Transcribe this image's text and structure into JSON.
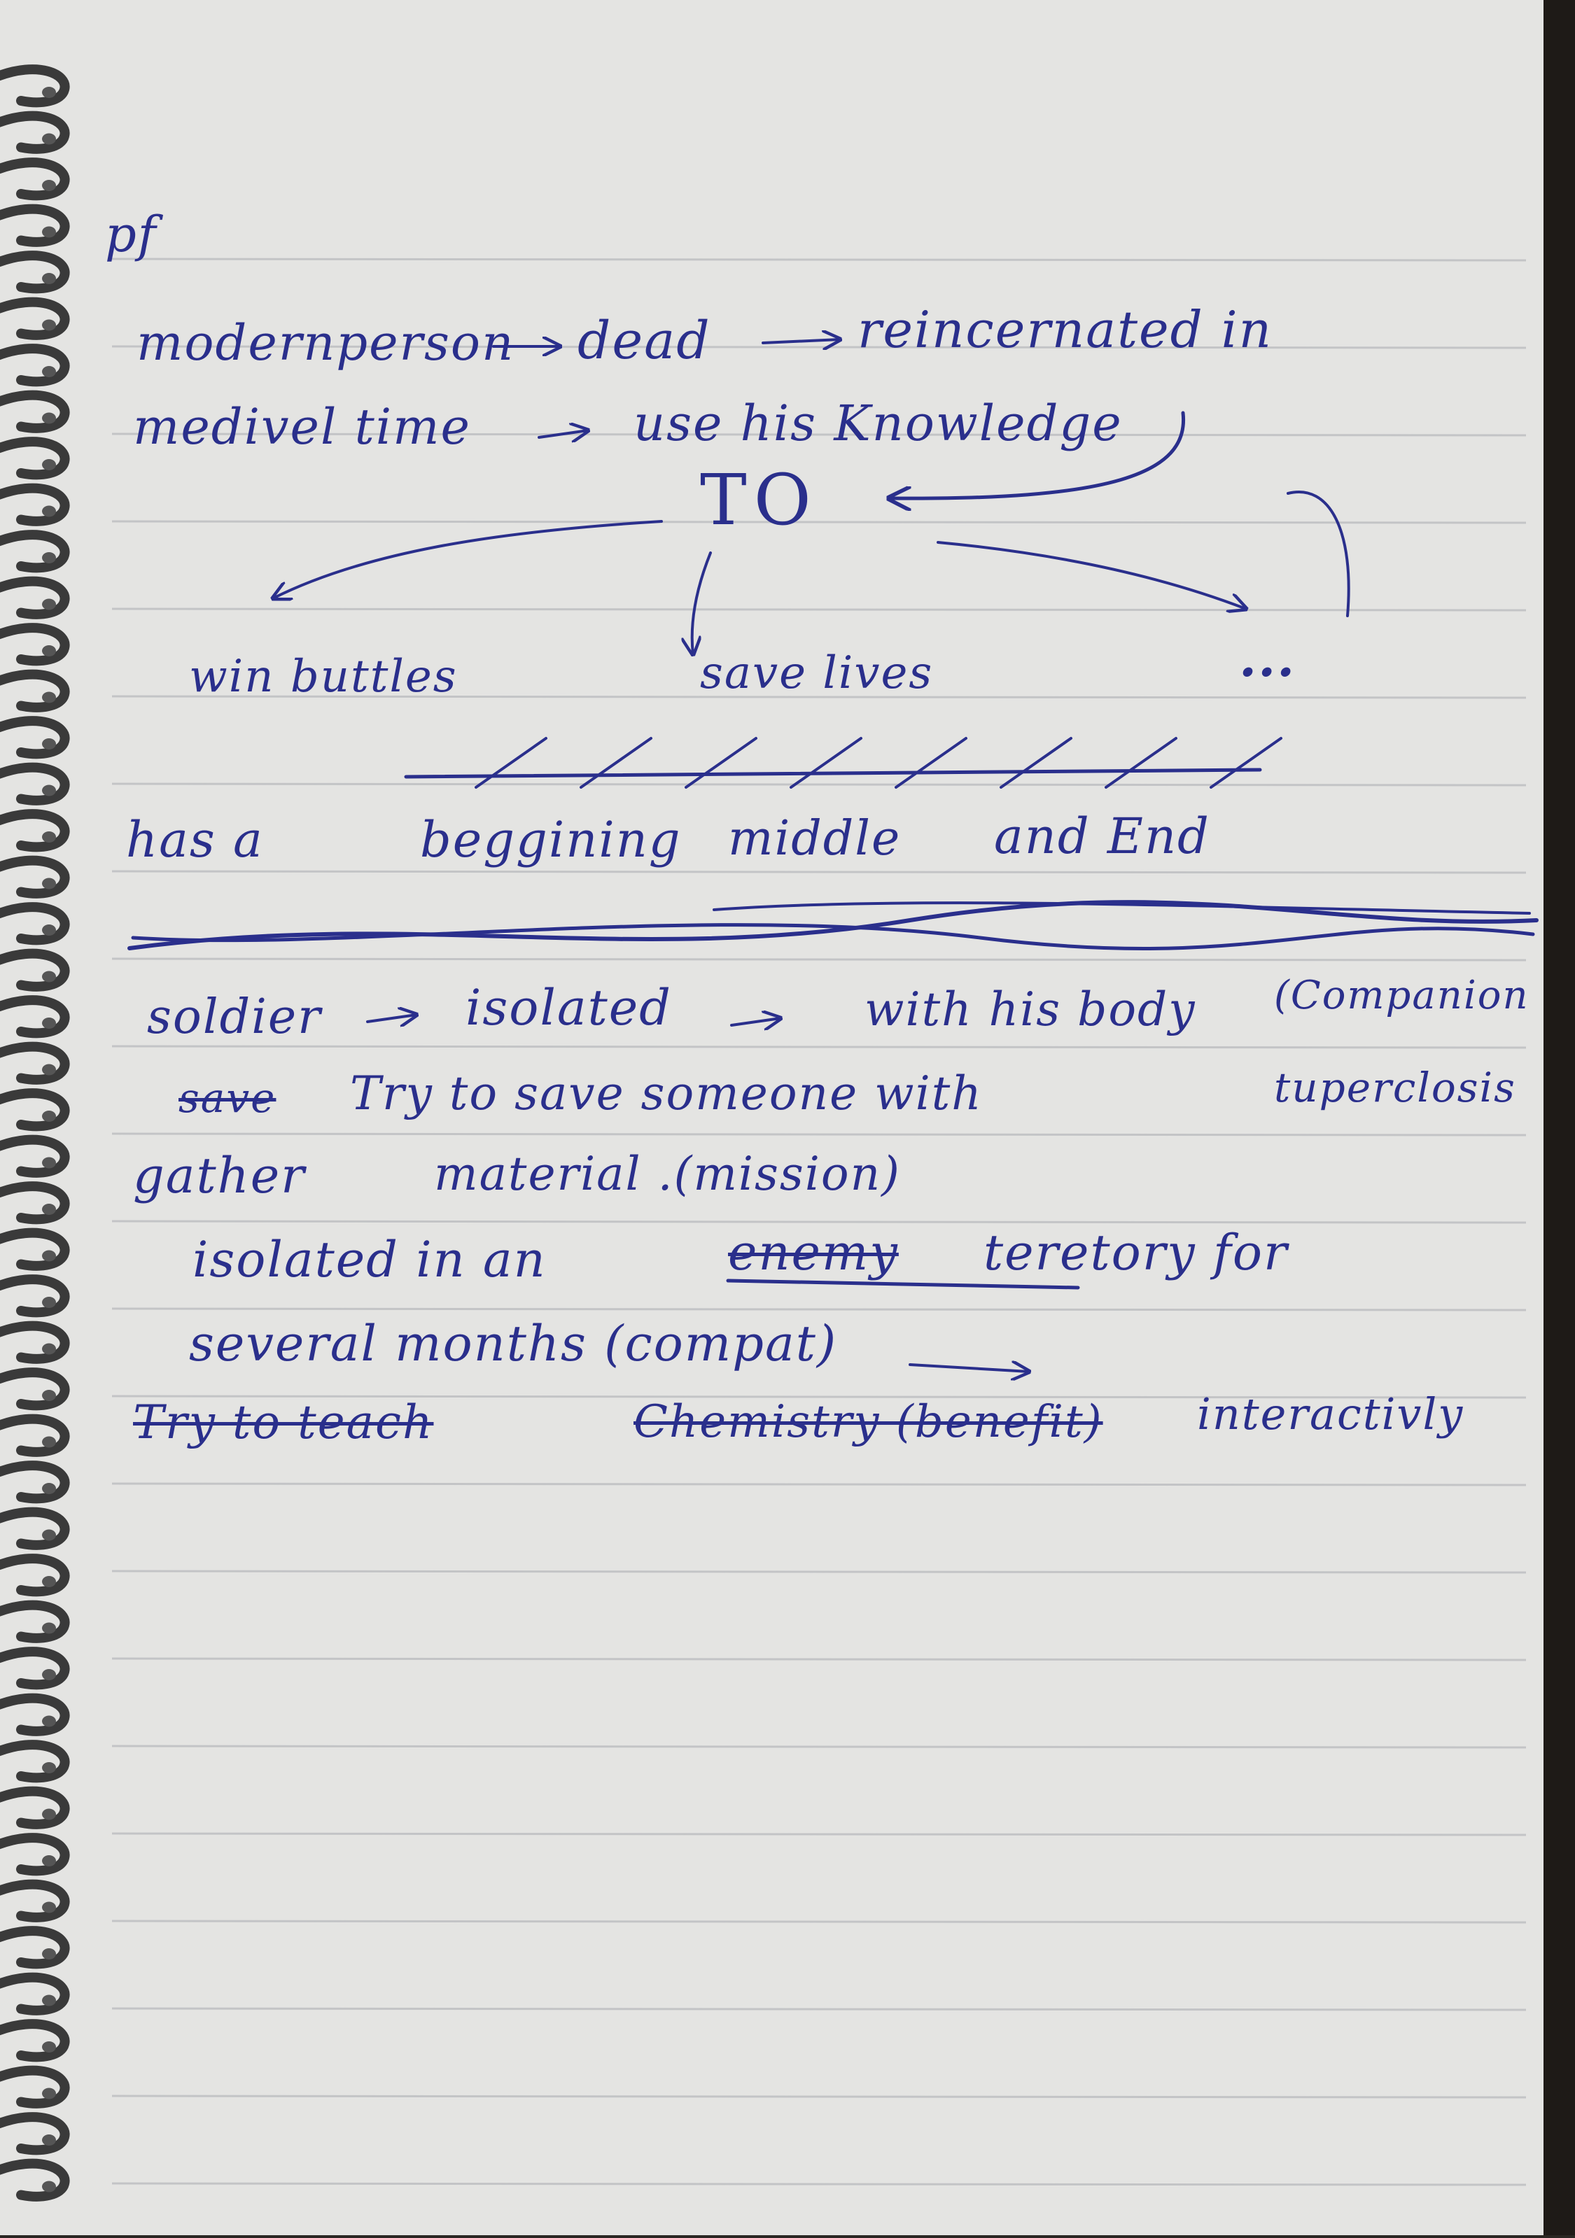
{
  "colors": {
    "paper": "#e4e4e2",
    "ruled_line": "#c3c4c6",
    "ink": "#2a2f8c",
    "ring": "#3a3a3a",
    "background": "#2a2622"
  },
  "notebook": {
    "corner_mark": "pf",
    "lines": {
      "l1a": "modernperson",
      "l1b": "dead",
      "l1c": "reincernated in",
      "l2a": "medivel time",
      "l2b": "use his Knowledge",
      "to": "TO",
      "win": "win buttles",
      "save_lives": "save lives",
      "dots": "...",
      "has": "has a",
      "begin": "beggining",
      "middle": "middle",
      "andend": "and End",
      "soldier": "soldier",
      "isolated": "isolated",
      "with": "with his body",
      "companion": "(Companion",
      "save_struck": "save",
      "try": "Try to save someone with",
      "tuber": "tuperclosis",
      "gather": "gather",
      "material": "material .(mission)",
      "isolated2": "isolated in an",
      "enemy": "enemy",
      "teretory": "teretory for",
      "several": "several months (compat)",
      "try_teach": "Try to teach",
      "chemistry": "Chemistry (benefit)",
      "interactively": "interactivly"
    }
  }
}
